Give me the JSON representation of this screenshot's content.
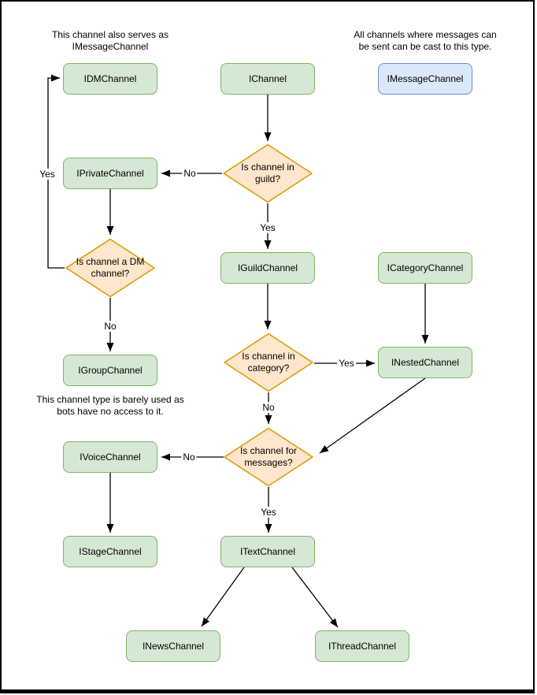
{
  "annotations": {
    "dm_note": "This channel also serves as\nIMessageChannel",
    "message_note": "All channels where messages can\nbe sent can be cast to this type.",
    "group_note": "This channel type is barely used as\nbots have no access to it."
  },
  "nodes": {
    "idm": "IDMChannel",
    "ichannel": "IChannel",
    "imessage": "IMessageChannel",
    "iprivate": "IPrivateChannel",
    "iguild": "IGuildChannel",
    "icategory": "ICategoryChannel",
    "igroup": "IGroupChannel",
    "inested": "INestedChannel",
    "ivoice": "IVoiceChannel",
    "istage": "IStageChannel",
    "itext": "ITextChannel",
    "inews": "INewsChannel",
    "ithread": "IThreadChannel"
  },
  "decisions": {
    "guild": "Is channel in guild?",
    "dm": "Is channel a DM channel?",
    "category": "Is channel in category?",
    "messages": "Is channel for messages?"
  },
  "edge_labels": {
    "dm_yes": "Yes",
    "guild_no": "No",
    "guild_yes": "Yes",
    "dm_no": "No",
    "category_yes": "Yes",
    "category_no": "No",
    "messages_no": "No",
    "messages_yes": "Yes"
  },
  "colors": {
    "node_fill": "#d5e8d4",
    "node_stroke": "#82b366",
    "decision_fill": "#ffe6cc",
    "decision_stroke": "#d79b00",
    "highlight_fill": "#dae8fc",
    "highlight_stroke": "#6c8ebf",
    "edge": "#000000"
  }
}
